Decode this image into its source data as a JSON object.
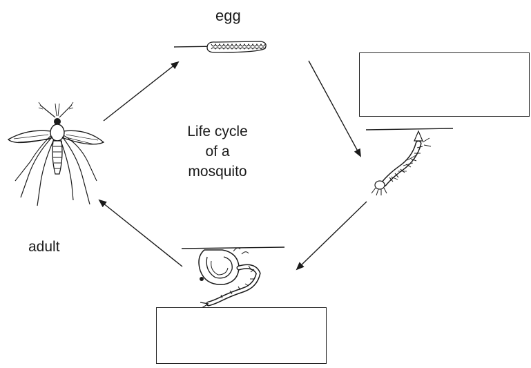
{
  "labels": {
    "egg": "egg",
    "adult": "adult"
  },
  "center_title": {
    "line1": "Life cycle",
    "line2": "of a",
    "line3": "mosquito"
  },
  "answer_boxes": {
    "larva_box": "",
    "pupa_box": ""
  },
  "colors": {
    "ink": "#1a1a1a",
    "background": "#ffffff"
  }
}
